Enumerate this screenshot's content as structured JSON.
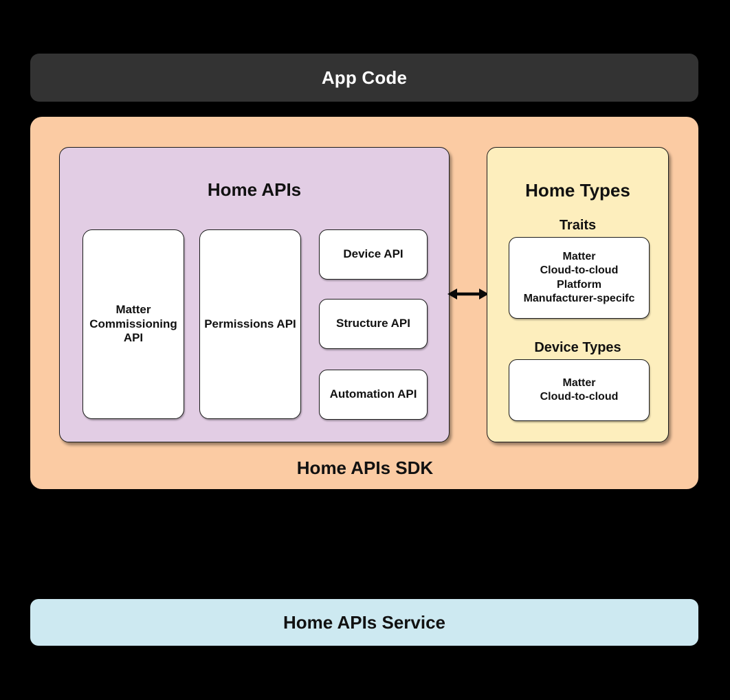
{
  "colors": {
    "background": "#000000",
    "app_code_bg": "#333333",
    "sdk_bg": "#FBCBA3",
    "home_apis_bg": "#E2CDE4",
    "home_types_bg": "#FDEEBD",
    "service_bg": "#CDE9F1",
    "card_bg": "#FFFFFF",
    "border": "#1A1A1A",
    "text_dark": "#111111",
    "text_light": "#FFFFFF"
  },
  "app_code": {
    "label": "App Code"
  },
  "sdk": {
    "label": "Home APIs SDK",
    "home_apis": {
      "title": "Home APIs",
      "matter_commissioning_api": [
        "Matter",
        "Commissioning",
        "API"
      ],
      "permissions_api": "Permissions API",
      "device_api": "Device API",
      "structure_api": "Structure API",
      "automation_api": "Automation API"
    },
    "connector": {
      "icon": "bidirectional-arrow"
    },
    "home_types": {
      "title": "Home Types",
      "traits_label": "Traits",
      "traits_items": [
        "Matter",
        "Cloud-to-cloud",
        "Platform",
        "Manufacturer-specifc"
      ],
      "device_types_label": "Device Types",
      "device_types_items": [
        "Matter",
        "Cloud-to-cloud"
      ]
    }
  },
  "service": {
    "label": "Home APIs Service"
  }
}
